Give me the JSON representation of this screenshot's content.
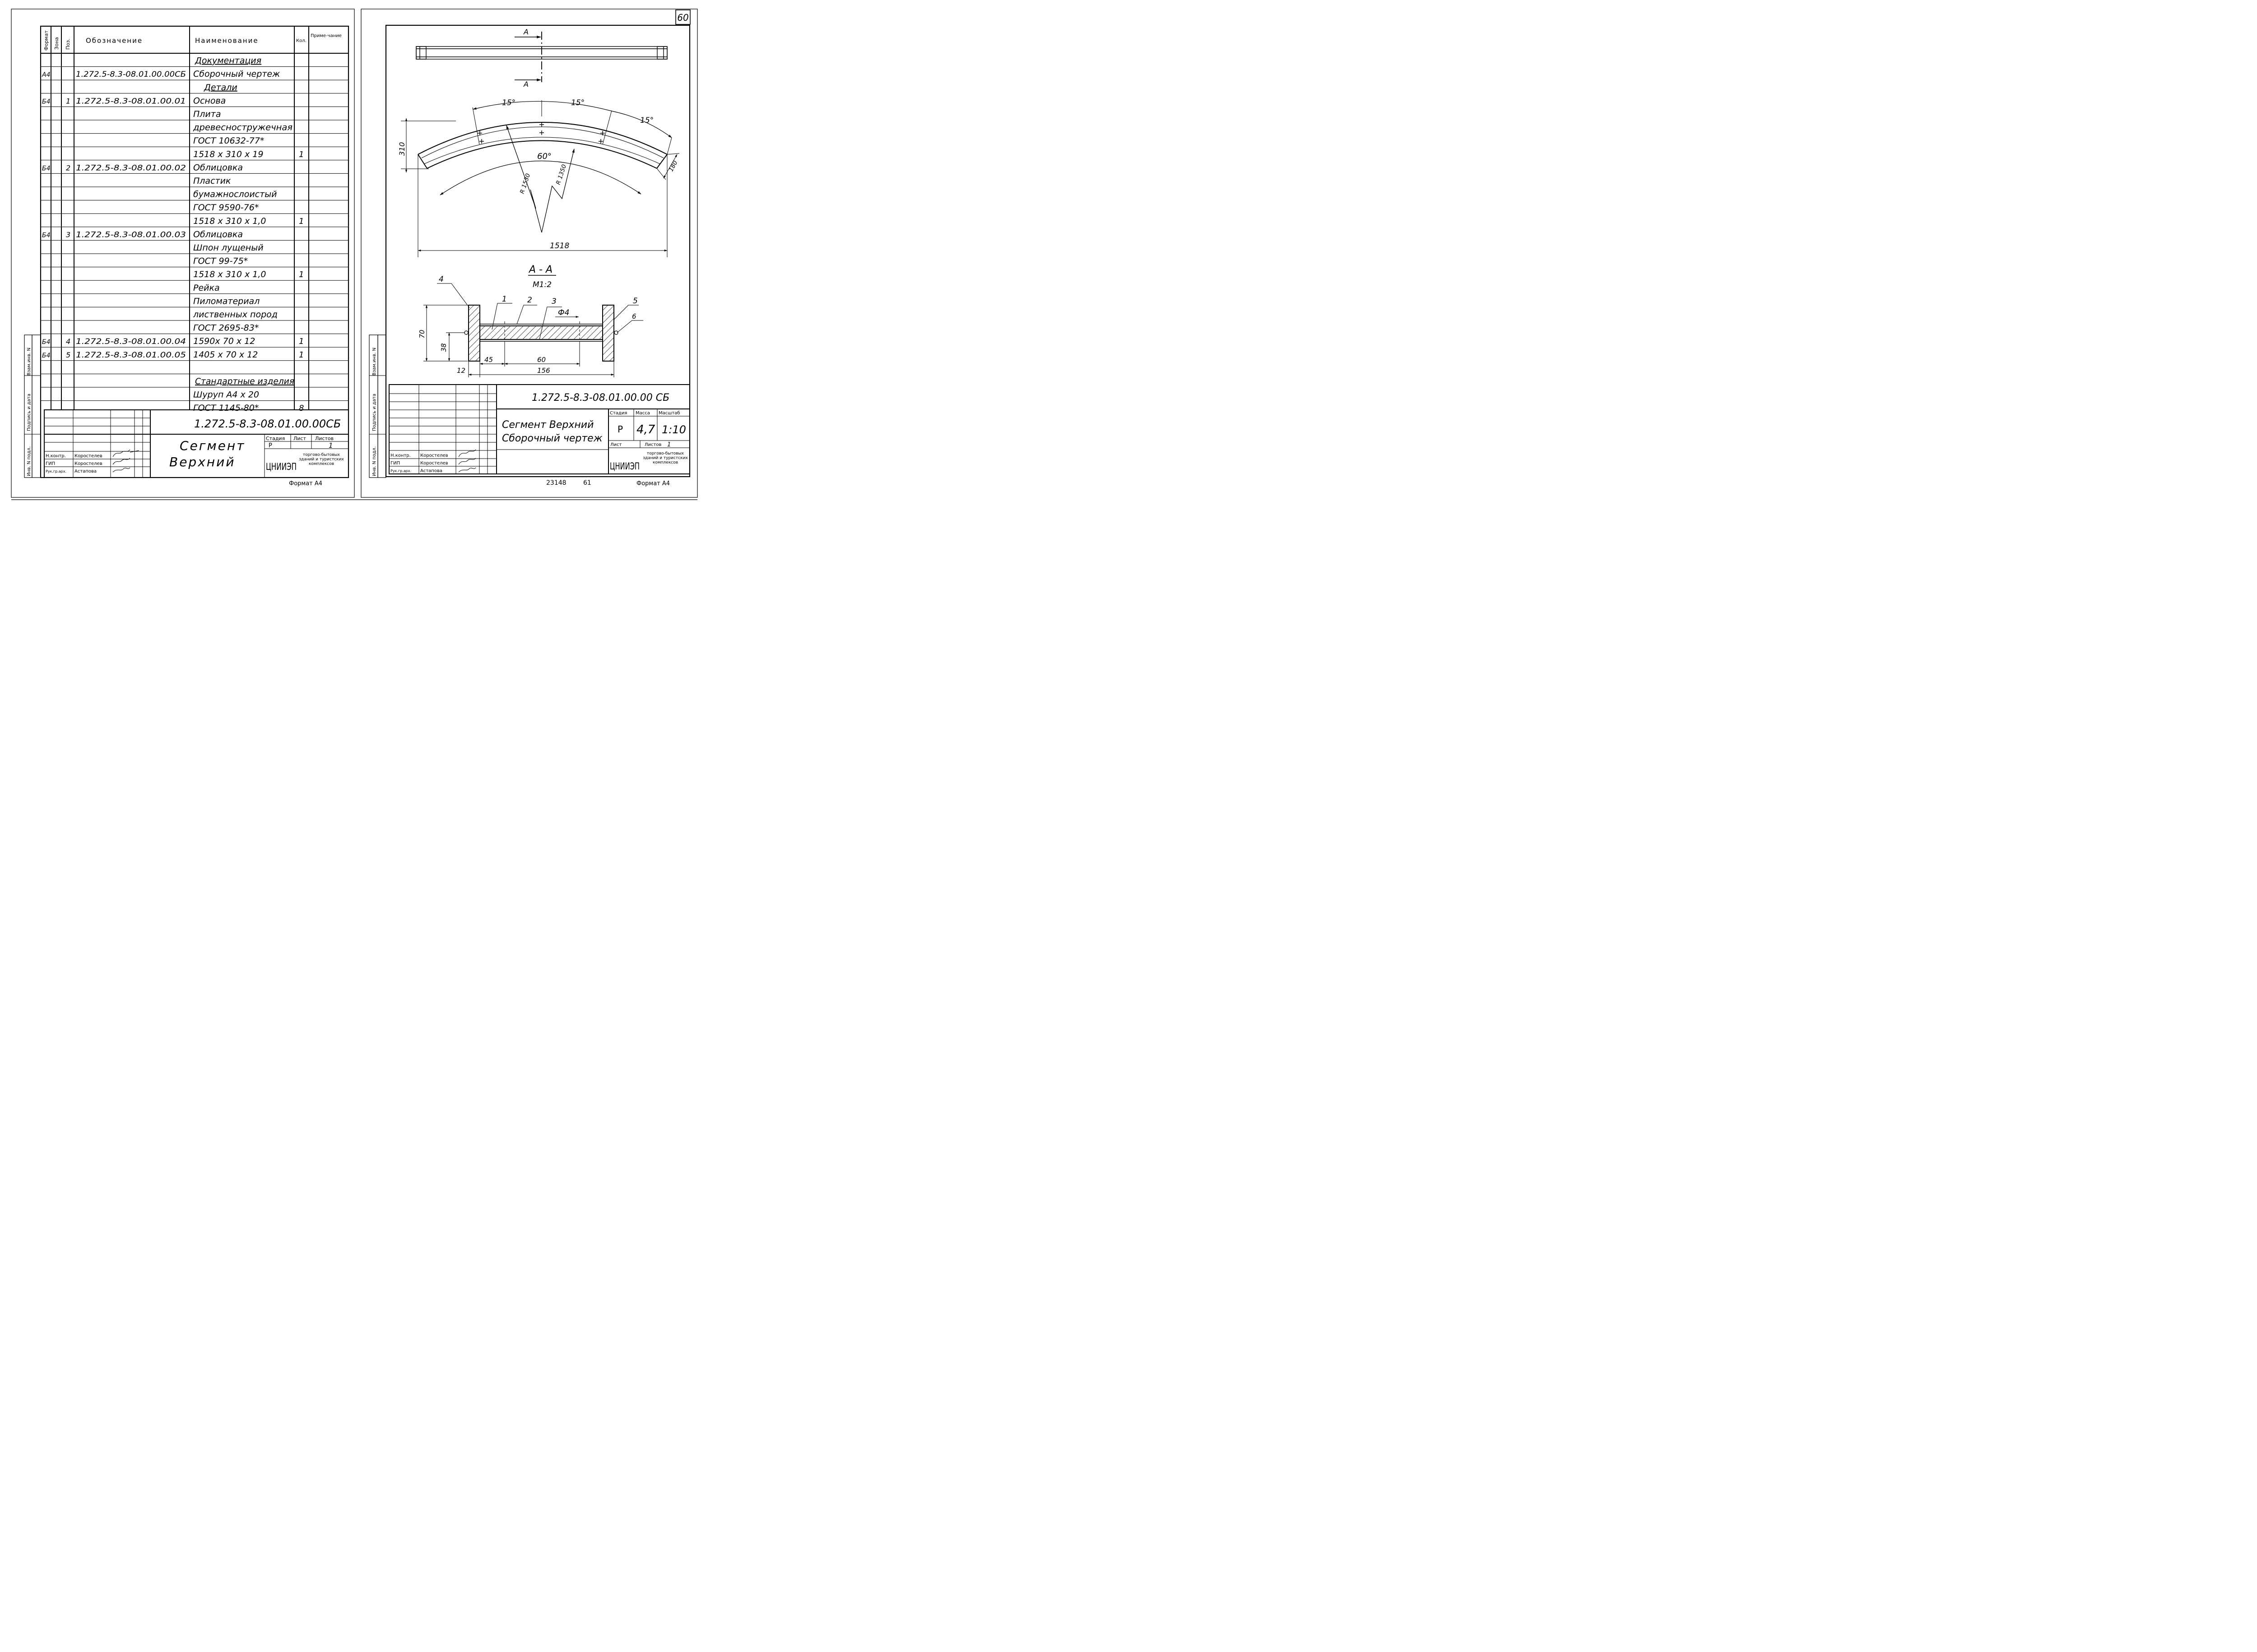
{
  "page_number": "60",
  "spec": {
    "headers": {
      "format": "Формат",
      "zone": "Зона",
      "pos": "Поз.",
      "designation": "Обозначение",
      "name": "Наименование",
      "qty": "Кол.",
      "note": "Приме-чание"
    },
    "rows": [
      {
        "fmt": "",
        "pos": "",
        "designation": "",
        "name": "Документация",
        "qty": ""
      },
      {
        "fmt": "А4",
        "pos": "",
        "designation": "1.272.5-8.3-08.01.00.00СБ",
        "name": "Сборочный чертеж",
        "qty": ""
      },
      {
        "fmt": "",
        "pos": "",
        "designation": "",
        "name": "Детали",
        "qty": ""
      },
      {
        "fmt": "Б4",
        "pos": "1",
        "designation": "1.272.5-8.3-08.01.00.01",
        "name": "Основа",
        "qty": ""
      },
      {
        "fmt": "",
        "pos": "",
        "designation": "",
        "name": "Плита",
        "qty": ""
      },
      {
        "fmt": "",
        "pos": "",
        "designation": "",
        "name": "древесностружечная",
        "qty": ""
      },
      {
        "fmt": "",
        "pos": "",
        "designation": "",
        "name": "ГОСТ 10632-77*",
        "qty": ""
      },
      {
        "fmt": "",
        "pos": "",
        "designation": "",
        "name": "1518 x 310 x 19",
        "qty": "1"
      },
      {
        "fmt": "Б4",
        "pos": "2",
        "designation": "1.272.5-8.3-08.01.00.02",
        "name": "Облицовка",
        "qty": ""
      },
      {
        "fmt": "",
        "pos": "",
        "designation": "",
        "name": "Пластик",
        "qty": ""
      },
      {
        "fmt": "",
        "pos": "",
        "designation": "",
        "name": "бумажнослоистый",
        "qty": ""
      },
      {
        "fmt": "",
        "pos": "",
        "designation": "",
        "name": "ГОСТ 9590-76*",
        "qty": ""
      },
      {
        "fmt": "",
        "pos": "",
        "designation": "",
        "name": "1518 x 310 x 1,0",
        "qty": "1"
      },
      {
        "fmt": "Б4",
        "pos": "3",
        "designation": "1.272.5-8.3-08.01.00.03",
        "name": "Облицовка",
        "qty": ""
      },
      {
        "fmt": "",
        "pos": "",
        "designation": "",
        "name": "Шпон лущеный",
        "qty": ""
      },
      {
        "fmt": "",
        "pos": "",
        "designation": "",
        "name": "ГОСТ 99-75*",
        "qty": ""
      },
      {
        "fmt": "",
        "pos": "",
        "designation": "",
        "name": "1518 x 310 x 1,0",
        "qty": "1"
      },
      {
        "fmt": "",
        "pos": "",
        "designation": "",
        "name": "Рейка",
        "qty": ""
      },
      {
        "fmt": "",
        "pos": "",
        "designation": "",
        "name": "Пиломатериал",
        "qty": ""
      },
      {
        "fmt": "",
        "pos": "",
        "designation": "",
        "name": "лиственных пород",
        "qty": ""
      },
      {
        "fmt": "",
        "pos": "",
        "designation": "",
        "name": "ГОСТ 2695-83*",
        "qty": ""
      },
      {
        "fmt": "Б4",
        "pos": "4",
        "designation": "1.272.5-8.3-08.01.00.04",
        "name": "1590x 70 x 12",
        "qty": "1"
      },
      {
        "fmt": "Б4",
        "pos": "5",
        "designation": "1.272.5-8.3-08.01.00.05",
        "name": "1405 x 70 x 12",
        "qty": "1"
      },
      {
        "fmt": "",
        "pos": "",
        "designation": "",
        "name": "",
        "qty": ""
      },
      {
        "fmt": "",
        "pos": "",
        "designation": "",
        "name": "Стандартные изделия",
        "qty": ""
      },
      {
        "fmt": "",
        "pos": "",
        "designation": "",
        "name": "Шуруп А4 x 20",
        "qty": ""
      },
      {
        "fmt": "",
        "pos": "",
        "designation": "",
        "name": "ГОСТ 1145-80*",
        "qty": "8"
      }
    ]
  },
  "side_stamp": {
    "vzam": "Взам.инв. N",
    "podpis": "Подпись и дата",
    "inv": "Инв. N подл."
  },
  "title_block_left": {
    "code": "1.272.5-8.3-08.01.00.00СБ",
    "title_line1": "Сегмент",
    "title_line2": "Верхний",
    "stage_label": "Стадия",
    "sheet_label": "Лист",
    "sheets_label": "Листов",
    "stage": "Р",
    "sheets": "1",
    "roles": [
      "Н.контр.",
      "ГИП",
      "Рук.гр.арх."
    ],
    "names": [
      "Коростелев",
      "Коростелев",
      "Астапова"
    ],
    "logo": "ЦНИИЭП",
    "org": "торгово-бытовых зданий и туристских комплексов",
    "format": "Формат А4"
  },
  "drawing": {
    "section_label": "А",
    "angles": [
      "15°",
      "15°",
      "15°"
    ],
    "center_angle": "60°",
    "dims": {
      "height": "310",
      "strip": "180",
      "r_outer": "R 1530",
      "r_inner": "R 1350",
      "width": "1518"
    },
    "section_title": "А - А",
    "section_scale": "М1:2",
    "callouts": [
      "1",
      "2",
      "3",
      "4",
      "5",
      "6"
    ],
    "section_dims": {
      "h70": "70",
      "h38": "38",
      "w12": "12",
      "w45": "45",
      "w60": "60",
      "w156": "156",
      "hole": "Ф4"
    }
  },
  "title_block_right": {
    "code": "1.272.5-8.3-08.01.00.00 СБ",
    "title_line1": "Сегмент Верхний",
    "title_line2": "Сборочный чертеж",
    "stage_label": "Стадия",
    "mass_label": "Масса",
    "scale_label": "Масштаб",
    "stage": "Р",
    "mass": "4,7",
    "scale": "1:10",
    "sheet_label": "Лист",
    "sheets_label": "Листов",
    "sheets": "1",
    "roles": [
      "Н.контр.",
      "ГИП",
      "Рук.гр.арх."
    ],
    "names": [
      "Коростелев",
      "Коростелев",
      "Астапова"
    ],
    "logo": "ЦНИИЭП",
    "org": "торгово-бытовых зданий и туристских комплексов",
    "bottom_num1": "23148",
    "bottom_num2": "61",
    "format": "Формат А4"
  }
}
